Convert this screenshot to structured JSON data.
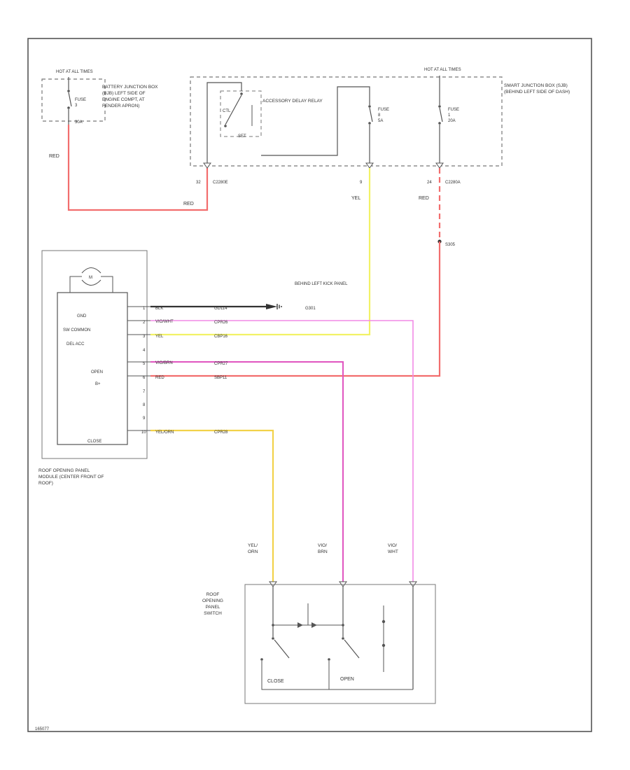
{
  "colors": {
    "red": "#f26d6d",
    "yellow": "#f2f266",
    "pink": "#f28ae6",
    "magenta": "#e055c0",
    "orange_yellow": "#f2d24a",
    "black": "#333333",
    "line": "#555555"
  },
  "battery_box": {
    "hot_at": "HOT AT ALL TIMES",
    "fuse": "FUSE",
    "fuse_no": "3",
    "rating": "30A",
    "desc": "BATTERY JUNCTION BOX (BJB) LEFT SIDE OF ENGINE COMPT, AT FENDER APRON)"
  },
  "sjb_box": {
    "relay_label": "ACCESSORY DELAY RELAY",
    "hot_at": "HOT AT ALL TIMES",
    "fuse_left": "FUSE",
    "fuse_left_no": "8",
    "fuse_left_rating": "5A",
    "fuse_right": "FUSE",
    "fuse_right_no": "1",
    "fuse_right_rating": "20A",
    "desc": "SMART JUNCTION BOX (SJB) (BEHIND LEFT SIDE OF DASH)"
  },
  "connectors": {
    "c2280e_pin": "32",
    "c2280e": "C2280E",
    "c2280a_left_pin": "9",
    "c2280a_right_pin": "24",
    "c2280a": "C2280A",
    "splice": "S305"
  },
  "wires": {
    "red": "RED",
    "yel": "YEL",
    "red_right": "RED"
  },
  "ground": {
    "label": "BEHIND LEFT KICK PANEL",
    "code": "G301"
  },
  "module": {
    "motor": "M",
    "pins": [
      {
        "no": "1",
        "label": "GND",
        "color": "BLK",
        "circuit": "GD114"
      },
      {
        "no": "2",
        "label": "SW COMMON",
        "color": "VIO/WHT",
        "circuit": "CPR26"
      },
      {
        "no": "3",
        "label": "DEL ACC",
        "color": "YEL",
        "circuit": "CBP16"
      },
      {
        "no": "4",
        "label": "",
        "color": "",
        "circuit": ""
      },
      {
        "no": "5",
        "label": "OPEN",
        "color": "VIO/BRN",
        "circuit": "CPR27"
      },
      {
        "no": "6",
        "label": "B+",
        "color": "RED",
        "circuit": "SBP11"
      },
      {
        "no": "7",
        "label": "",
        "color": "",
        "circuit": ""
      },
      {
        "no": "8",
        "label": "",
        "color": "",
        "circuit": ""
      },
      {
        "no": "9",
        "label": "",
        "color": "",
        "circuit": ""
      },
      {
        "no": "10",
        "label": "CLOSE",
        "color": "YEL/ORN",
        "circuit": "CPR28"
      }
    ],
    "desc": "ROOF OPENING PANEL MODULE (CENTER FRONT OF ROOF)"
  },
  "switch": {
    "wire1": "YEL/ ORN",
    "wire2": "VIO/ BRN",
    "wire3": "VIO/ WHT",
    "desc": "ROOF OPENING PANEL SWITCH",
    "close": "CLOSE",
    "open": "OPEN"
  },
  "footer_code": "165077"
}
